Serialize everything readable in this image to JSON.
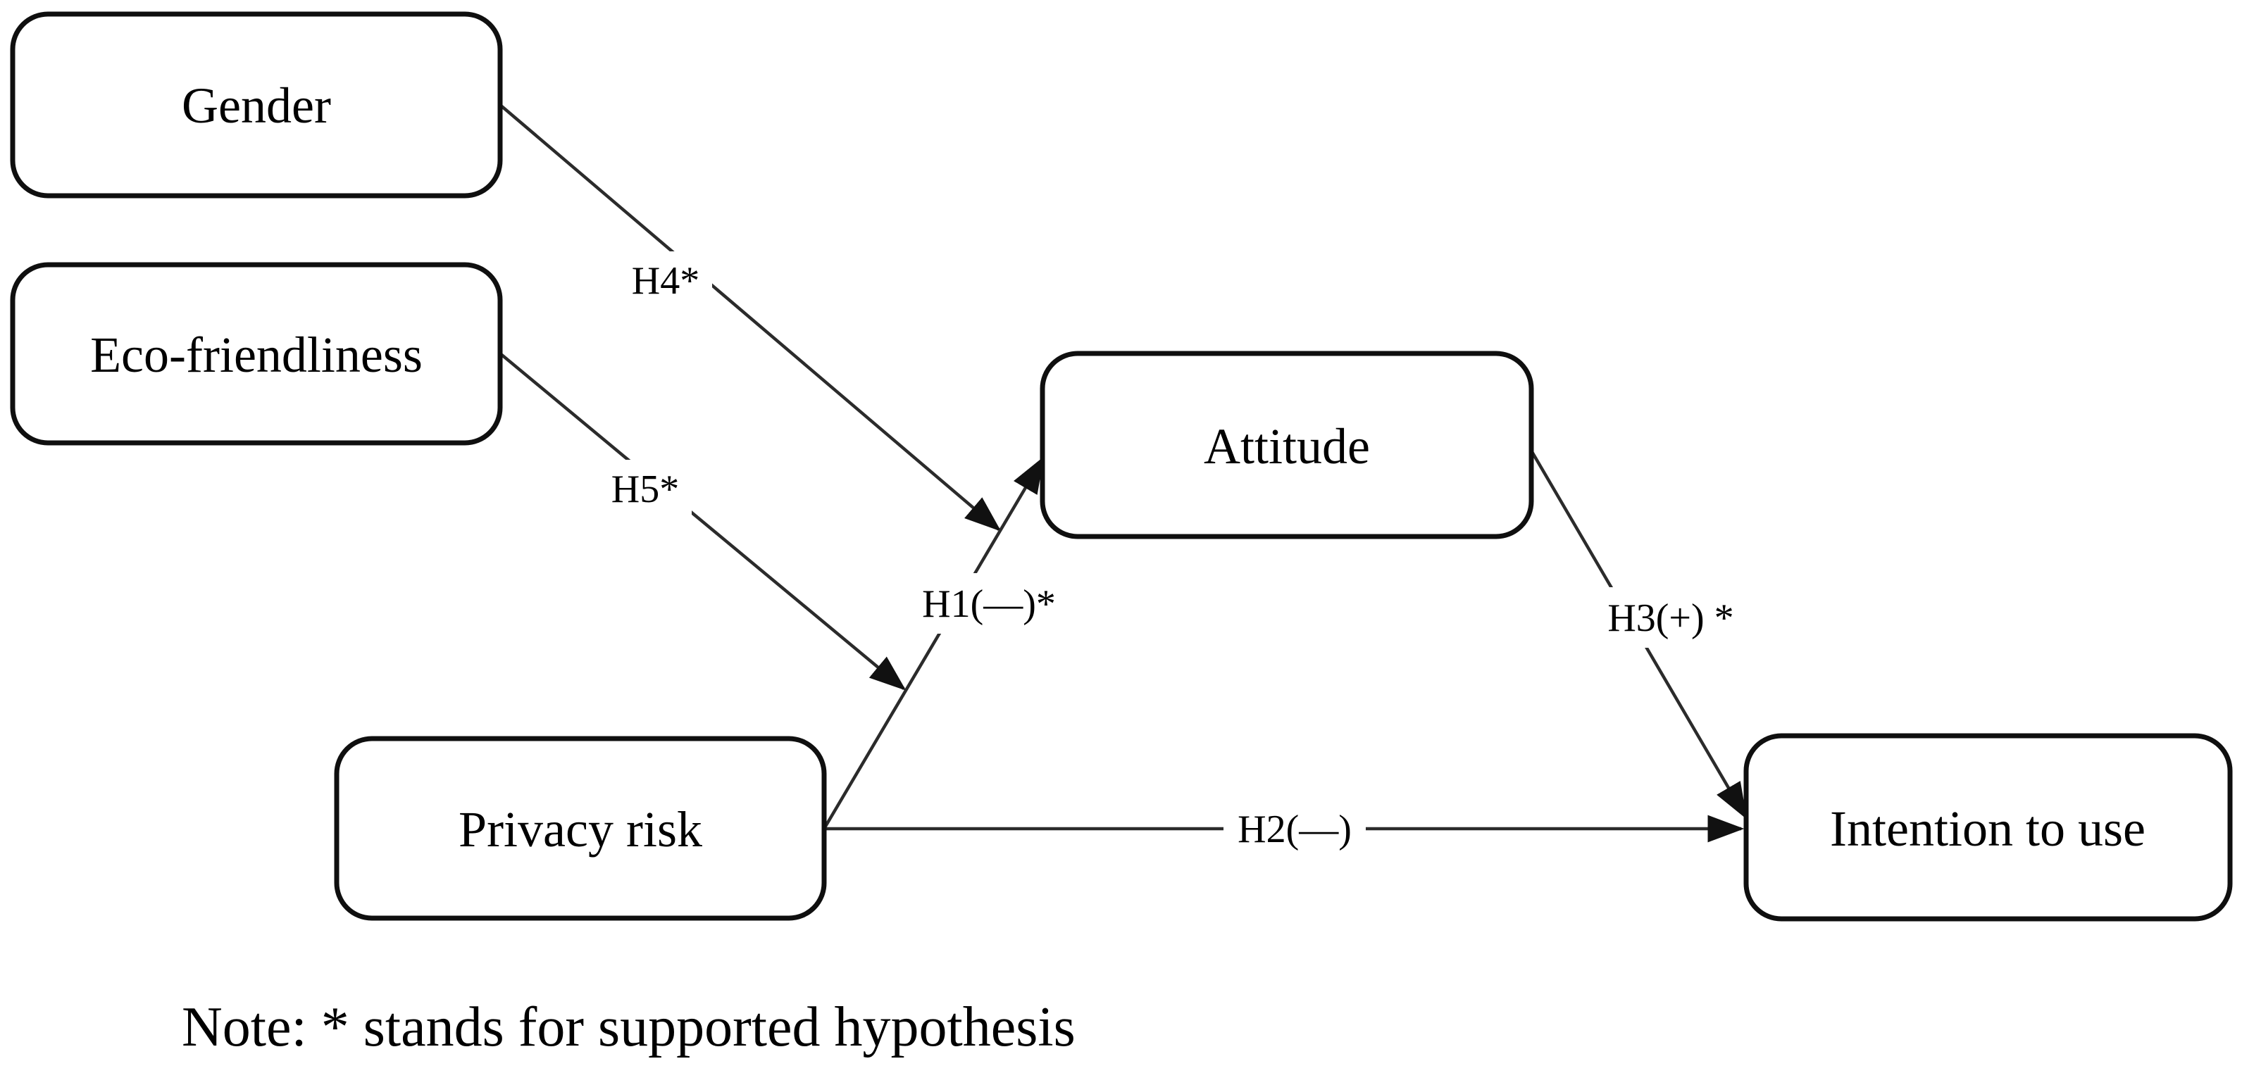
{
  "figure": {
    "background": "#ffffff",
    "line_color": "#2b2b2b",
    "box_border_color": "#0f0f0f",
    "text_color": "#000000",
    "nodes": [
      {
        "id": "gender",
        "label": "Gender"
      },
      {
        "id": "eco-friendliness",
        "label": "Eco-friendliness"
      },
      {
        "id": "privacy-risk",
        "label": "Privacy risk"
      },
      {
        "id": "attitude",
        "label": "Attitude"
      },
      {
        "id": "intention-to-use",
        "label": "Intention to use"
      }
    ],
    "edges": [
      {
        "id": "H1",
        "label": "H1(—)*",
        "from": "Privacy risk",
        "to": "Attitude"
      },
      {
        "id": "H2",
        "label": "H2(—)",
        "from": "Privacy risk",
        "to": "Intention to use"
      },
      {
        "id": "H3",
        "label": "H3(+) *",
        "from": "Attitude",
        "to": "Intention to use"
      },
      {
        "id": "H4",
        "label": "H4*",
        "from": "Gender",
        "to": "H1-path"
      },
      {
        "id": "H5",
        "label": "H5*",
        "from": "Eco-friendliness",
        "to": "H1-path"
      }
    ],
    "note": "Note: * stands for supported hypothesis"
  }
}
